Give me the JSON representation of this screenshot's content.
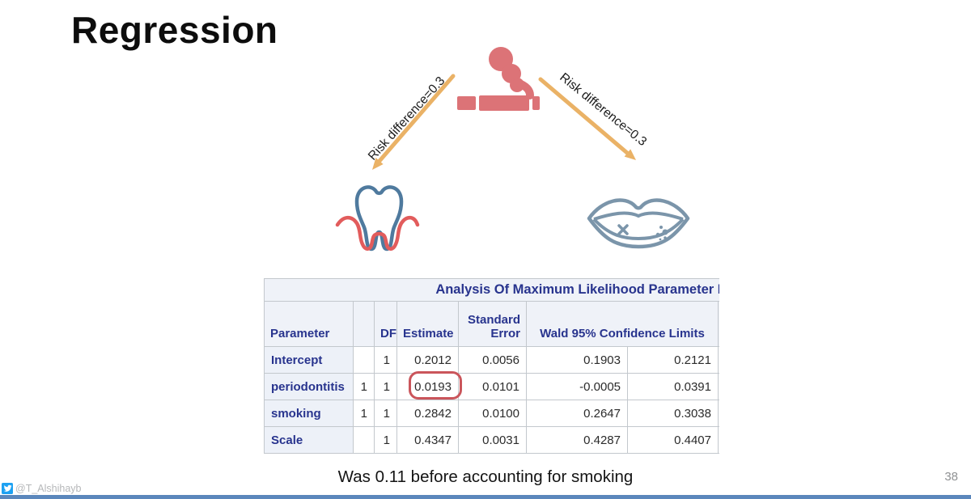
{
  "slide": {
    "title": "Regression",
    "caption": "Was 0.11 before accounting for smoking",
    "page_number": "38",
    "twitter_handle": "@T_Alshihayb",
    "footer_bar_color": "#5B87BC",
    "twitter_blue": "#1DA1F2"
  },
  "diagram": {
    "left_arrow_label": "Risk difference=0.3",
    "right_arrow_label": "Risk difference=0.3",
    "arrow_color": "#EAB266",
    "cigarette_color": "#DC7377",
    "tooth_outline_color": "#4F7A9E",
    "gum_color": "#E25C5C",
    "lips_color": "#7B95AA"
  },
  "table": {
    "title": "Analysis Of Maximum Likelihood Parameter Estimates",
    "headers": {
      "parameter": "Parameter",
      "level": "",
      "df": "DF",
      "estimate": "Estimate",
      "std_error": "Standard Error",
      "wald": "Wald 95% Confidence Limits"
    },
    "rows": [
      {
        "parameter": "Intercept",
        "level": "",
        "df": "1",
        "estimate": "0.2012",
        "std_error": "0.0056",
        "cl_lower": "0.1903",
        "cl_upper": "0.2121"
      },
      {
        "parameter": "periodontitis",
        "level": "1",
        "df": "1",
        "estimate": "0.0193",
        "std_error": "0.0101",
        "cl_lower": "-0.0005",
        "cl_upper": "0.0391"
      },
      {
        "parameter": "smoking",
        "level": "1",
        "df": "1",
        "estimate": "0.2842",
        "std_error": "0.0100",
        "cl_lower": "0.2647",
        "cl_upper": "0.3038"
      },
      {
        "parameter": "Scale",
        "level": "",
        "df": "1",
        "estimate": "0.4347",
        "std_error": "0.0031",
        "cl_lower": "0.4287",
        "cl_upper": "0.4407"
      }
    ],
    "highlighted_value": "0.0193",
    "colors": {
      "header_text": "#28348E",
      "value_text": "#2B2B2B",
      "header_bg": "#EFF2F8",
      "border": "#C3C8CD",
      "highlight_ring": "#CA555B"
    }
  }
}
